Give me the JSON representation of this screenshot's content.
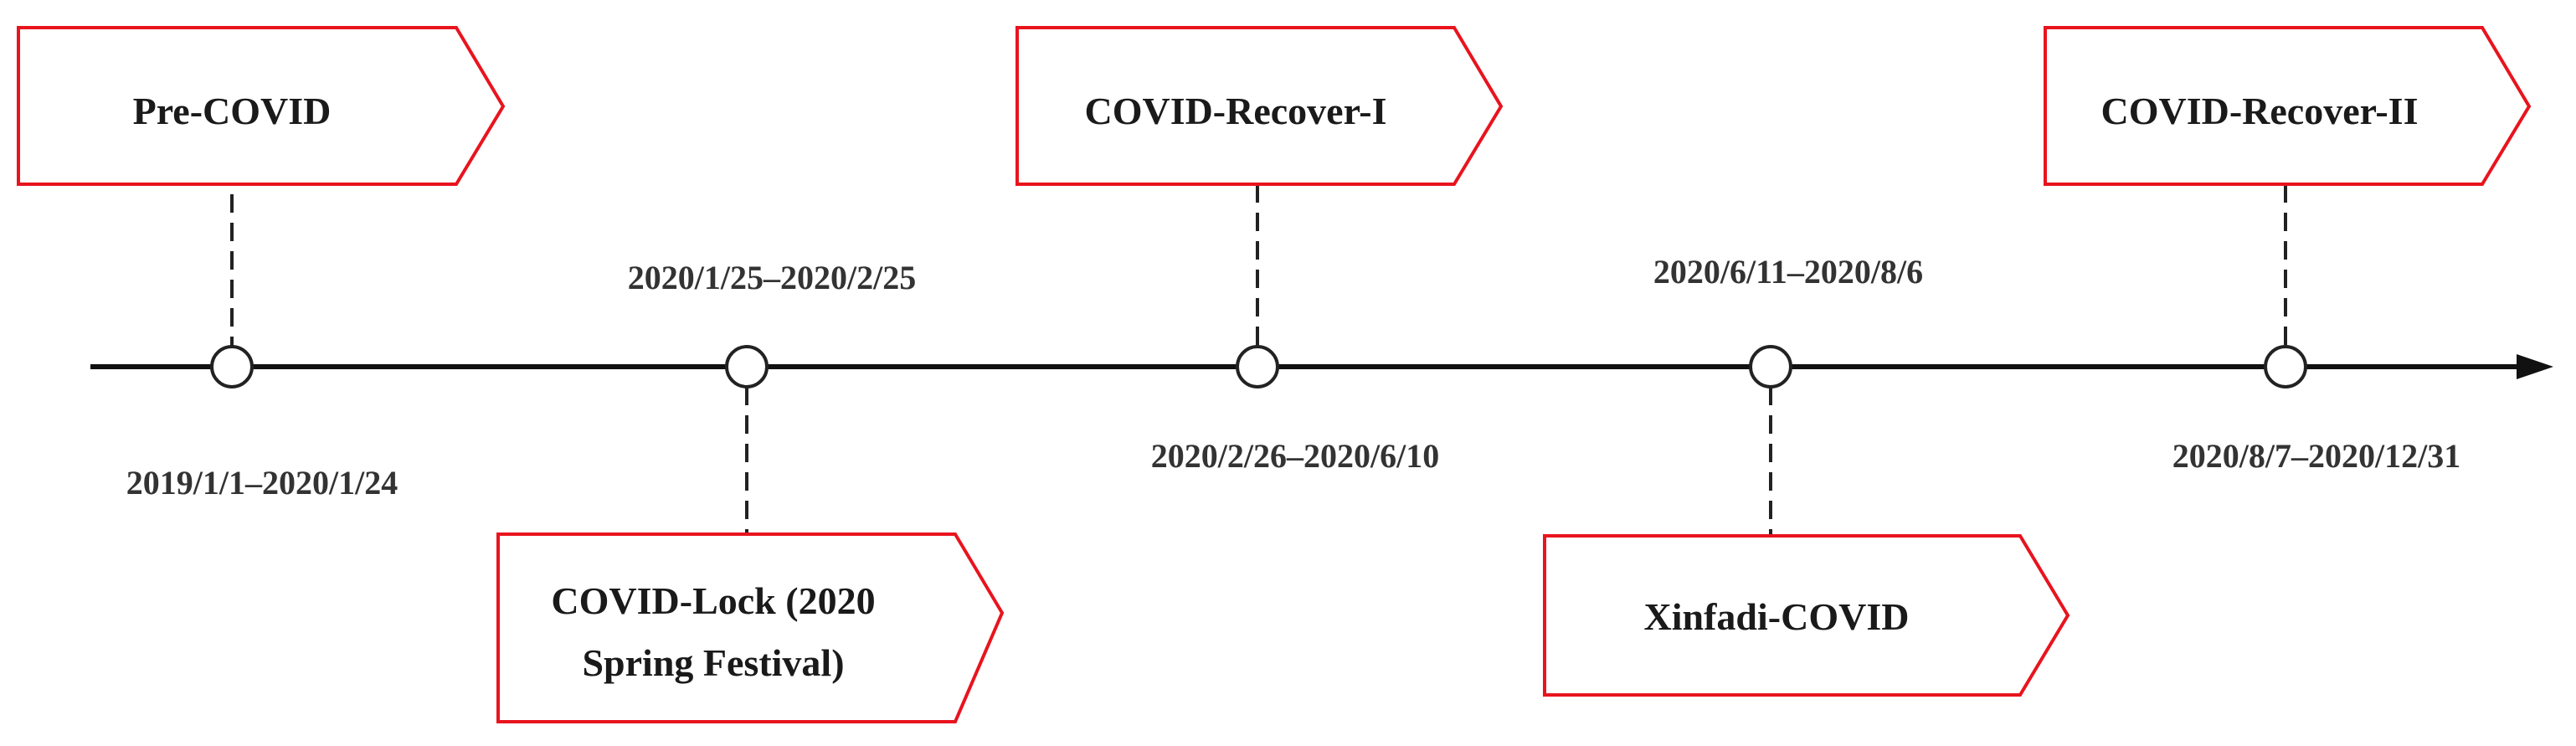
{
  "colors": {
    "box_border": "#e8141e",
    "axis": "#111111",
    "connector": "#222222",
    "text": "#1a1a1a",
    "date_text": "#333333"
  },
  "phases": [
    {
      "label": [
        "Pre-COVID"
      ],
      "date": "2019/1/1–2020/1/24"
    },
    {
      "label": [
        "COVID-Lock (2020",
        "Spring Festival)"
      ],
      "date": "2020/1/25–2020/2/25"
    },
    {
      "label": [
        "COVID-Recover-I"
      ],
      "date": "2020/2/26–2020/6/10"
    },
    {
      "label": [
        "Xinfadi-COVID"
      ],
      "date": "2020/6/11–2020/8/6"
    },
    {
      "label": [
        "COVID-Recover-II"
      ],
      "date": "2020/8/7–2020/12/31"
    }
  ]
}
